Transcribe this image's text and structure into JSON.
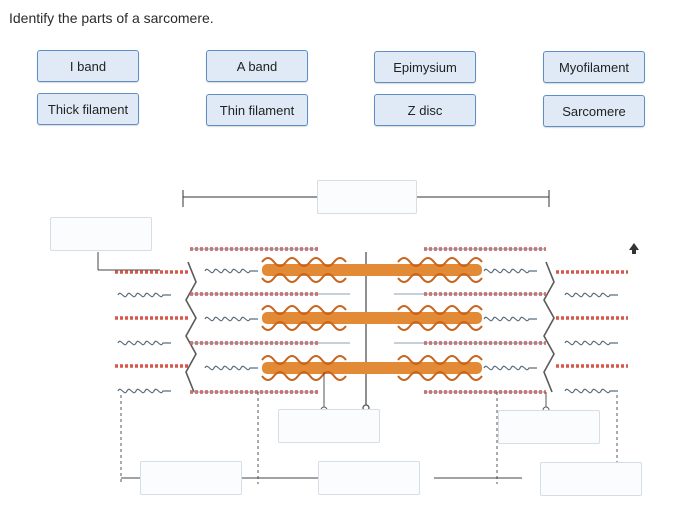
{
  "question": {
    "prompt": "Identify the parts of a sarcomere."
  },
  "labels": [
    "I band",
    "A band",
    "Epimysium",
    "Myofilament",
    "Thick filament",
    "Thin filament",
    "Z disc",
    "Sarcomere"
  ],
  "colors": {
    "tile_fill": "#dfeaf6",
    "tile_border": "#5d8fc6",
    "thick_filament": "#e28a35",
    "thin_filament": "#d8574a",
    "z_disc": "#555555",
    "bracket_line": "#333333"
  }
}
